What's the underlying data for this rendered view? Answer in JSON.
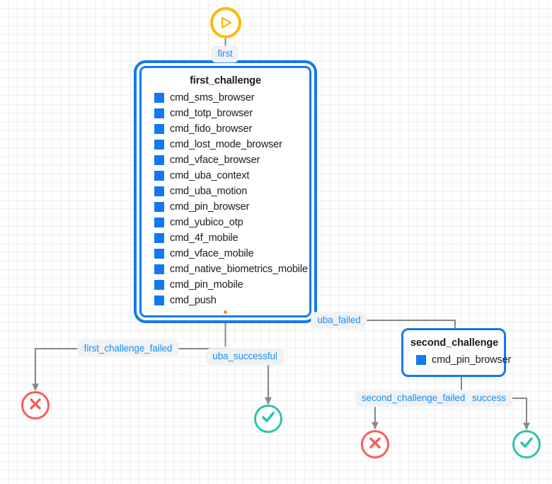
{
  "diagram": {
    "type": "authentication-policy-flowchart",
    "colors": {
      "node_border": "#1279F2",
      "checkbox": "#1279F2",
      "start_ring": "#FFB800",
      "fail_ring": "#FB5B5B",
      "success_ring": "#2BC4AE",
      "edge_line": "#878787",
      "label_text": "#1B8EF2",
      "label_bg": "#f1f2f3",
      "grid_line": "#eceded"
    },
    "start_node": {
      "name": "start-node",
      "icon": "play-icon",
      "out_label": "first"
    },
    "nodes": [
      {
        "id": "first_challenge",
        "title": "first_challenge",
        "selected": true,
        "items": [
          "cmd_sms_browser",
          "cmd_totp_browser",
          "cmd_fido_browser",
          "cmd_lost_mode_browser",
          "cmd_vface_browser",
          "cmd_uba_context",
          "cmd_uba_motion",
          "cmd_pin_browser",
          "cmd_yubico_otp",
          "cmd_4f_mobile",
          "cmd_vface_mobile",
          "cmd_native_biometrics_mobile",
          "cmd_pin_mobile",
          "cmd_push"
        ]
      },
      {
        "id": "second_challenge",
        "title": "second_challenge",
        "selected": false,
        "items": [
          "cmd_pin_browser"
        ]
      }
    ],
    "edge_labels": [
      {
        "id": "first",
        "text": "first"
      },
      {
        "id": "uba_failed",
        "text": "uba_failed"
      },
      {
        "id": "first_challenge_failed",
        "text": "first_challenge_failed"
      },
      {
        "id": "uba_successful",
        "text": "uba_successful"
      },
      {
        "id": "second_challenge_failed",
        "text": "second_challenge_failed"
      },
      {
        "id": "success",
        "text": "success"
      }
    ],
    "terminals": [
      {
        "id": "first-challenge-failed-end",
        "kind": "fail",
        "icon": "circle-x-icon"
      },
      {
        "id": "uba-successful-end",
        "kind": "success",
        "icon": "circle-check-icon"
      },
      {
        "id": "second-challenge-failed-end",
        "kind": "fail",
        "icon": "circle-x-icon"
      },
      {
        "id": "success-end",
        "kind": "success",
        "icon": "circle-check-icon"
      }
    ]
  }
}
